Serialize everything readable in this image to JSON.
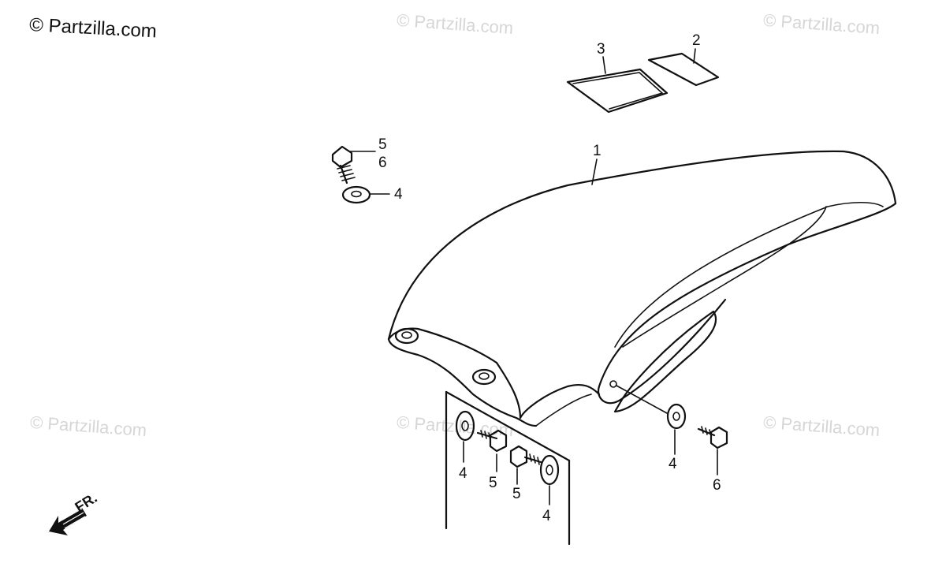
{
  "brand": {
    "text": "© Partzilla.com"
  },
  "watermarks": [
    "© Partzilla.com",
    "© Partzilla.com",
    "© Partzilla.com",
    "© Partzilla.com",
    "© Partzilla.com"
  ],
  "callouts": {
    "c1": "1",
    "c2": "2",
    "c3": "3",
    "c4a": "4",
    "c4b": "4",
    "c4c": "4",
    "c4d": "4",
    "c5a": "5",
    "c5b": "5",
    "c5c": "5",
    "c6a": "6",
    "c6b": "6"
  },
  "direction": {
    "label": "FR."
  }
}
